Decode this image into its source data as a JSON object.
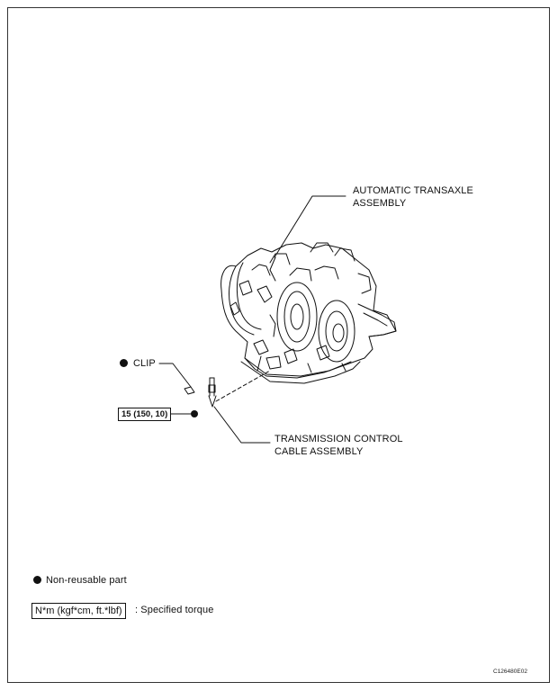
{
  "diagram": {
    "callouts": {
      "transaxle_line1": "AUTOMATIC TRANSAXLE",
      "transaxle_line2": "ASSEMBLY",
      "clip": "CLIP",
      "torque_value": "15 (150, 10)",
      "cable_line1": "TRANSMISSION CONTROL",
      "cable_line2": "CABLE ASSEMBLY"
    },
    "legend": {
      "nonreusable": "Non-reusable part",
      "torque_units": "N*m (kgf*cm, ft.*lbf)",
      "torque_desc": ": Specified torque"
    },
    "figure_id": "C126480E02"
  }
}
